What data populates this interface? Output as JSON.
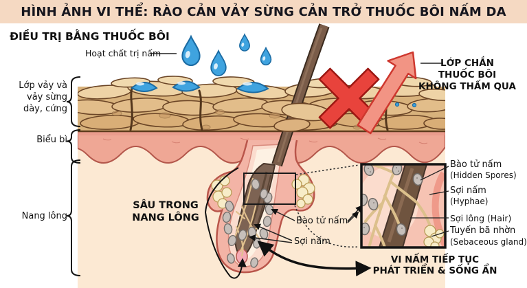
{
  "title": "HÌNH ẢNH VI THỂ: RÀO CẢN VẢY SỪNG CẢN TRỞ THUỐC BÔI NẤM DA",
  "colors": {
    "title_bg": "#f5d9c2",
    "cross_red": "#e8433c",
    "arrow_red": "#f29484",
    "drop_blue": "#3fa3df",
    "scale_tan": "#e2bd8a",
    "epidermis_pink": "#efa795",
    "dermis_peach": "#fce9d3",
    "spore_gray": "#c6bfba",
    "hypha_tan": "#dcc08c",
    "gland_yellow": "#f7ecc8",
    "hair_brown": "#6f543f"
  },
  "treatment": {
    "heading": "ĐIỀU TRỊ BẰNG THUỐC BÔI",
    "active_ingredient": "Hoạt chất trị nấm"
  },
  "barrier": {
    "l1": "LỚP CHẮN",
    "l2": "THUỐC BÔI",
    "l3": "KHÔNG THẤM QUA"
  },
  "layers": {
    "scale": {
      "l1": "Lớp vảy và",
      "l2": "vảy sừng",
      "l3": "dày, cứng"
    },
    "epidermis": "Biểu bì",
    "follicle": "Nang lông"
  },
  "deep": {
    "l1": "SÂU TRONG",
    "l2": "NANG LÔNG"
  },
  "follicle_labels": {
    "spores": "Bào tử nấm",
    "hyphae": "Sợi nấm"
  },
  "inset": {
    "spores_vi": "Bào tử nấm",
    "spores_en": "(Hidden Spores)",
    "hyphae_vi": "Sợi nấm",
    "hyphae_en": "(Hyphae)",
    "hair": "Sợi lông (Hair)",
    "gland_vi": "Tuyến bã nhờn",
    "gland_en": "(Sebaceous gland)"
  },
  "conclusion": {
    "l1": "VI NẤM TIẾP TỤC",
    "l2": "PHÁT TRIỂN & SỐNG ẨN"
  }
}
